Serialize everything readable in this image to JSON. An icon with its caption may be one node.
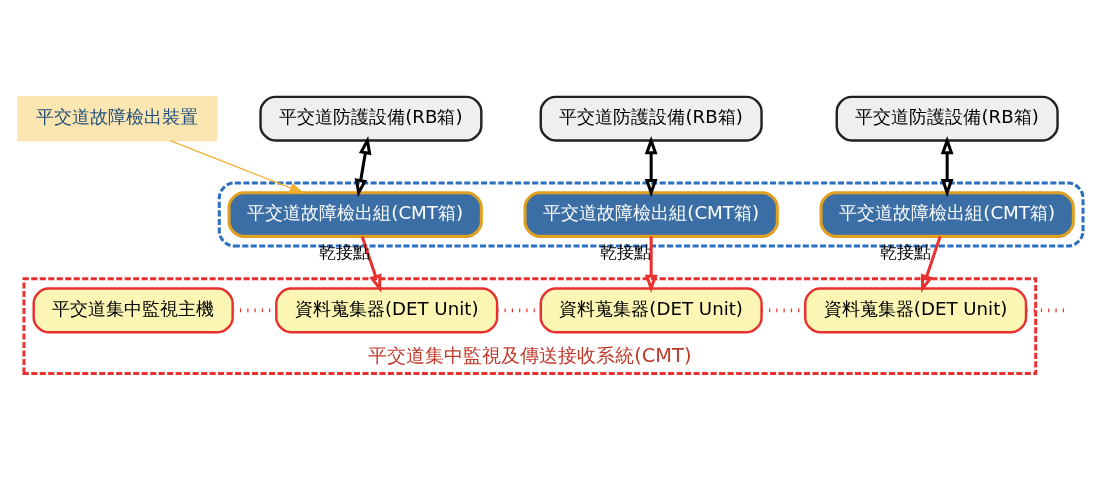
{
  "diagram": {
    "nodes": [
      {
        "text": [
          "平交道集中監視及傳送接收系統(CMT)"
        ]
      },
      {
        "text": [
          "平交道集中監視主機"
        ],
        "in": 0
      },
      {
        "text": [
          "平交道故障檢出裝置"
        ]
      },
      {
        "text": [
          "平交道防護設備(RB箱)"
        ]
      },
      {
        "text": [
          "平交道防護設備(RB箱)"
        ]
      },
      {
        "text": [
          "平交道防護設備(RB箱)"
        ]
      },
      {
        "text": [],
        "shape": "box"
      },
      {
        "text": [
          "平交道故障檢出組(CMT箱)"
        ],
        "in": 6
      },
      {
        "text": [
          "平交道故障檢出組(CMT箱)"
        ],
        "in": 6
      },
      {
        "text": [
          "平交道故障檢出組(CMT箱)"
        ],
        "in": 6
      },
      {
        "text": [
          "資料蒐集器(DET Unit)"
        ],
        "in": 0
      },
      {
        "text": [
          "資料蒐集器(DET Unit)"
        ],
        "in": 0
      },
      {
        "text": [
          "資料蒐集器(DET Unit)"
        ],
        "in": 0
      }
    ],
    "edges": [
      {
        "from": 2,
        "to": 7,
        "arrow": "to",
        "color": "#f0b030"
      },
      {
        "from": 3,
        "to": 7,
        "arrow": "both",
        "color": "#000000"
      },
      {
        "from": 4,
        "to": 8,
        "arrow": "both",
        "color": "#000000"
      },
      {
        "from": 5,
        "to": 9,
        "arrow": "both",
        "color": "#000000"
      },
      {
        "from": 7,
        "to": 10,
        "arrow": "to",
        "label": "乾接點"
      },
      {
        "from": 8,
        "to": 11,
        "arrow": "to",
        "label": "乾接點"
      },
      {
        "from": 9,
        "to": 12,
        "arrow": "to",
        "label": "乾接點"
      },
      {
        "from": 1,
        "to": 10,
        "arrow": "none",
        "style": "dashed"
      },
      {
        "from": 10,
        "to": 11,
        "arrow": "none",
        "style": "dashed"
      },
      {
        "from": 11,
        "to": 12,
        "arrow": "none",
        "style": "dashed"
      },
      {
        "from": 12,
        "to": null,
        "arrow": "none",
        "style": "dashed"
      }
    ]
  }
}
